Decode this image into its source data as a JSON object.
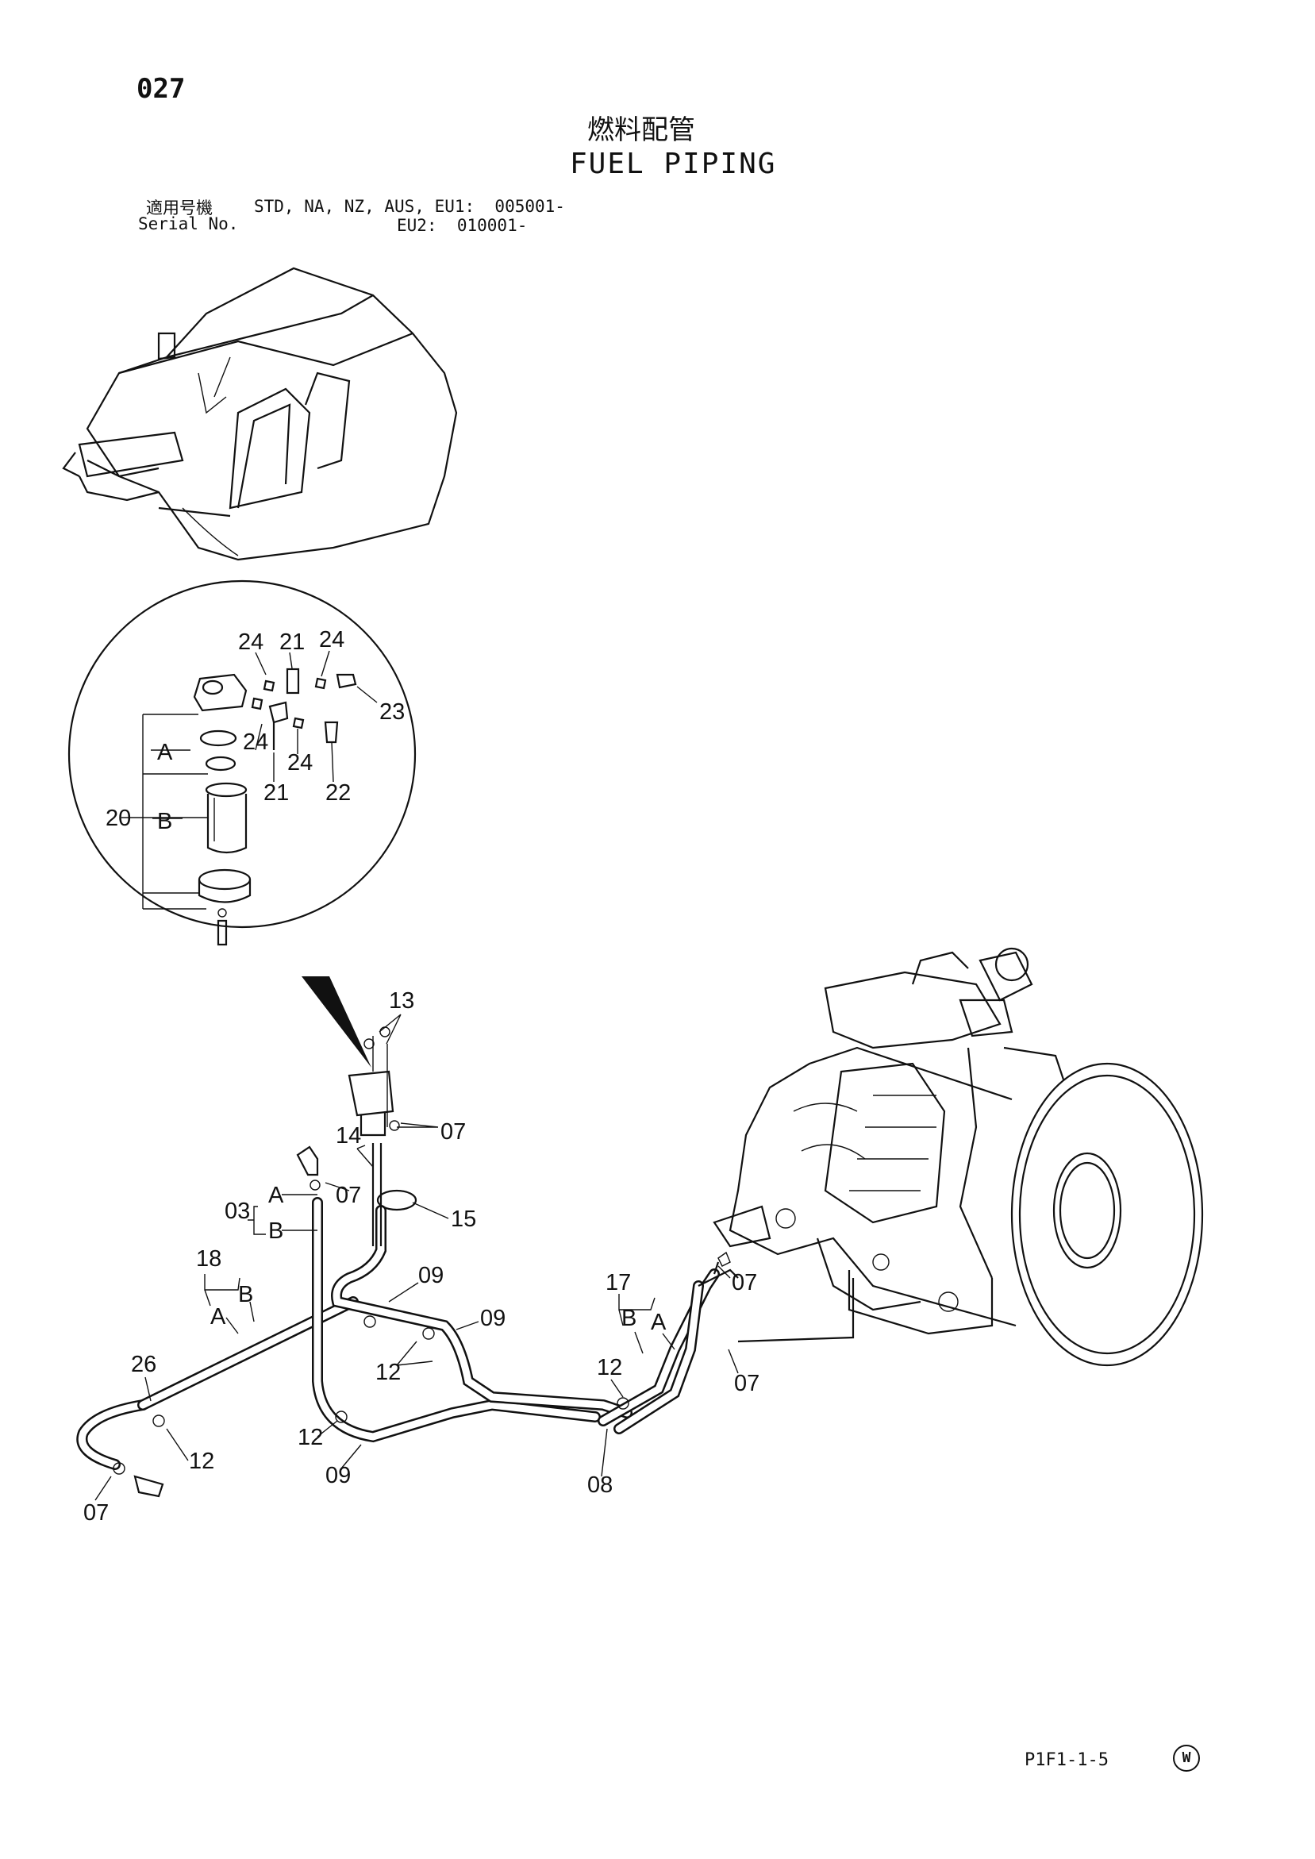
{
  "header": {
    "page_number": "027",
    "title_jp": "燃料配管",
    "title_en": "FUEL PIPING",
    "serial_label_jp": "適用号機",
    "serial_label_en": "Serial No.",
    "serial_line1": "STD, NA, NZ, AUS, EU1:  005001-",
    "serial_line2": "EU2:  010001-"
  },
  "footer": {
    "reference": "P1F1-1-5",
    "mark": "W"
  },
  "callouts": {
    "c24a": "24",
    "c21a": "21",
    "c24b": "24",
    "c23": "23",
    "cA1": "A",
    "c24c": "24",
    "c24d": "24",
    "c21b": "21",
    "c22": "22",
    "c20": "20",
    "cB1": "B",
    "c13": "13",
    "c07a": "07",
    "c14": "14",
    "c07b": "07",
    "c03": "03",
    "cA2": "A",
    "cB2": "B",
    "c15": "15",
    "c18": "18",
    "cB3": "B",
    "cA3": "A",
    "c09a": "09",
    "c09b": "09",
    "c12a": "12",
    "c26": "26",
    "c12b": "12",
    "c12c": "12",
    "c09c": "09",
    "c07c": "07",
    "c17": "17",
    "cB4": "B",
    "cA4": "A",
    "c12d": "12",
    "c08": "08",
    "c07d": "07",
    "c07e": "07"
  }
}
